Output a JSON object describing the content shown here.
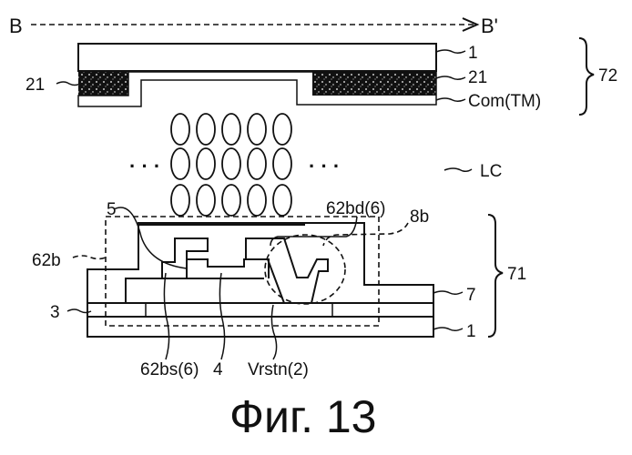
{
  "figure": {
    "caption": "Фиг. 13",
    "section_line": {
      "start": "B",
      "end": "B'"
    }
  },
  "labels": {
    "substrate_top": "1",
    "black_matrix_left": "21",
    "black_matrix_right": "21",
    "common_electrode": "Com(TM)",
    "counter_substrate_group": "72",
    "liquid_crystal": "LC",
    "ellipsis_left": "· · ·",
    "ellipsis_right": "· · ·",
    "gate": "5",
    "drain": "62bd(6)",
    "contact": "8b",
    "tft": "62b",
    "insulator": "3",
    "passivation": "7",
    "substrate_bottom": "1",
    "tft_substrate_group": "71",
    "source": "62bs(6)",
    "semiconductor": "4",
    "reset_line": "Vrstn(2)"
  },
  "liquid_crystal": {
    "rows": 3,
    "columns": 5
  }
}
